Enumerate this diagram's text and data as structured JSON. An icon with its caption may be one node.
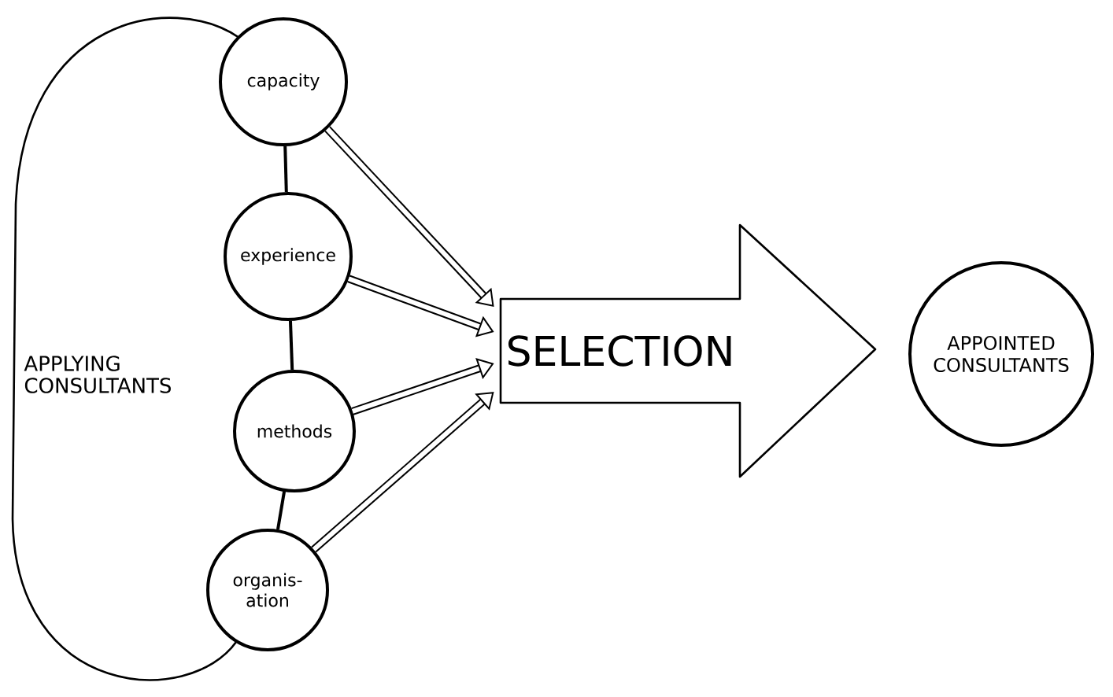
{
  "diagram": {
    "nodes": [
      {
        "text": [
          "APPLYING CONSULTANTS"
        ]
      },
      {
        "text": [
          "capacity"
        ]
      },
      {
        "text": [
          "experience"
        ]
      },
      {
        "text": [
          "methods"
        ]
      },
      {
        "text": [
          "organis- ation"
        ]
      },
      {
        "text": [
          "SELECTION"
        ]
      },
      {
        "text": [
          "APPOINTED CONSULTANTS"
        ]
      }
    ],
    "edges": [
      {
        "from": 1,
        "to": 2,
        "arrow": "none"
      },
      {
        "from": 2,
        "to": 3,
        "arrow": "none"
      },
      {
        "from": 3,
        "to": 4,
        "arrow": "none"
      },
      {
        "from": 1,
        "to": 5,
        "arrow": "to"
      },
      {
        "from": 2,
        "to": 5,
        "arrow": "to"
      },
      {
        "from": 3,
        "to": 5,
        "arrow": "to"
      },
      {
        "from": 4,
        "to": 5,
        "arrow": "to"
      }
    ]
  }
}
